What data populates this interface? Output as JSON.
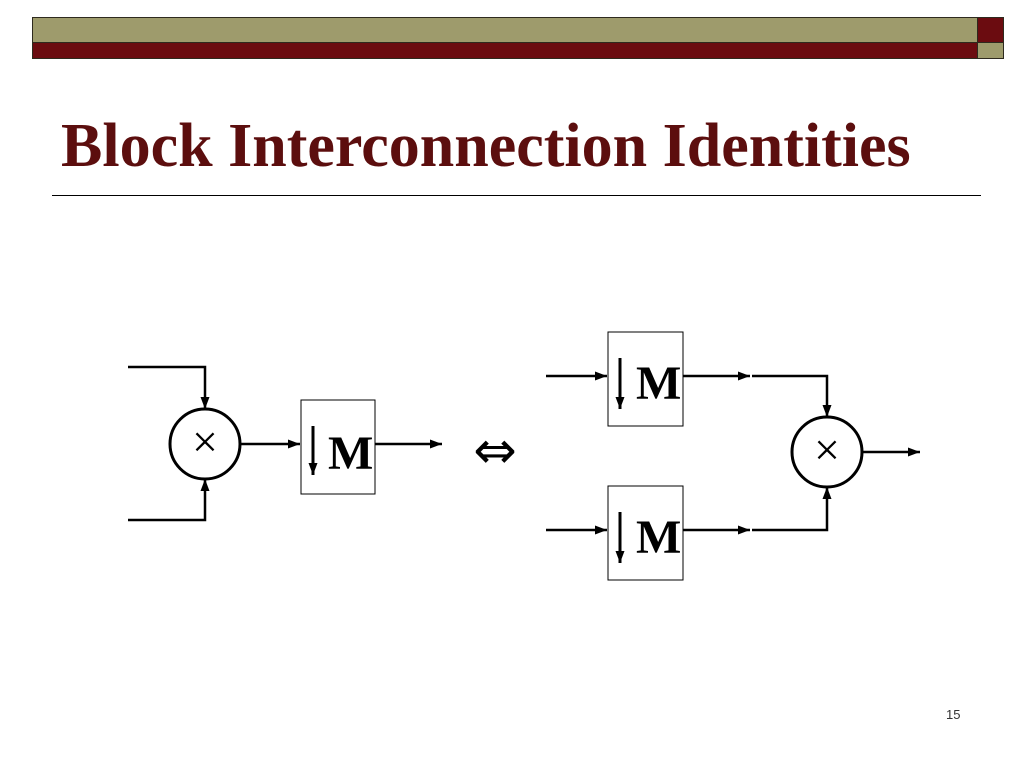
{
  "slide": {
    "title": "Block Interconnection Identities",
    "page_number": "15"
  },
  "diagram": {
    "left": {
      "multiplier_symbol": "×",
      "downsampler": {
        "arrow_icon": "down-arrow-icon",
        "label": "M"
      }
    },
    "equivalence_symbol": "⇔",
    "right": {
      "top_downsampler": {
        "arrow_icon": "down-arrow-icon",
        "label": "M"
      },
      "bottom_downsampler": {
        "arrow_icon": "down-arrow-icon",
        "label": "M"
      },
      "multiplier_symbol": "×"
    }
  },
  "colors": {
    "banner_olive": "#9E9B6C",
    "banner_maroon": "#6B0C10",
    "title": "#5C0E0E",
    "diagram_stroke": "#000000"
  }
}
